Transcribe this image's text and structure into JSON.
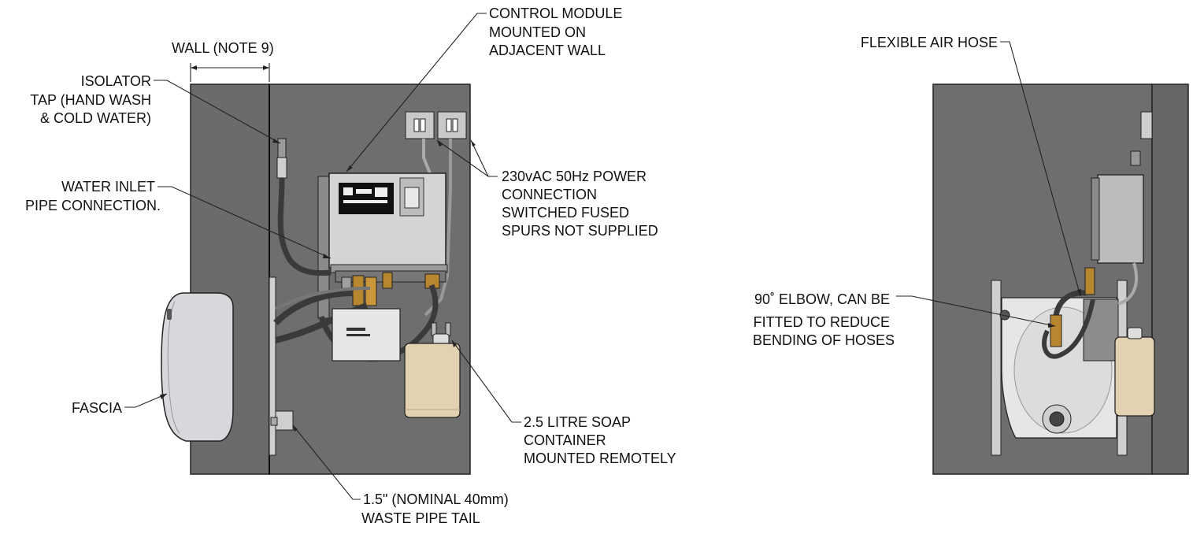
{
  "labels": {
    "wall": "WALL (NOTE 9)",
    "isolator": [
      "ISOLATOR",
      "TAP (HAND WASH",
      "& COLD WATER)"
    ],
    "water_inlet": [
      "WATER INLET",
      "PIPE CONNECTION."
    ],
    "fascia": "FASCIA",
    "control_module": [
      "CONTROL MODULE",
      "MOUNTED ON",
      "ADJACENT WALL"
    ],
    "power": [
      "230vAC 50Hz POWER",
      "CONNECTION",
      "SWITCHED FUSED",
      "SPURS NOT SUPPLIED"
    ],
    "soap": [
      "2.5 LITRE SOAP",
      "CONTAINER",
      "MOUNTED REMOTELY"
    ],
    "waste": [
      "1.5\" (NOMINAL 40mm)",
      "WASTE PIPE TAIL"
    ],
    "air_hose": "FLEXIBLE AIR HOSE",
    "elbow": [
      "90˚ ELBOW, CAN BE",
      "FITTED TO REDUCE",
      "BENDING OF HOSES"
    ]
  },
  "colors": {
    "wall": "#6e6e6e",
    "wall_dark": "#5f5f5f",
    "module": "#d4d4d4",
    "brass": "#b8862e",
    "soap": "#e3d2b2",
    "basin": "#e6e6e6",
    "hose": "#3a3a3a"
  }
}
